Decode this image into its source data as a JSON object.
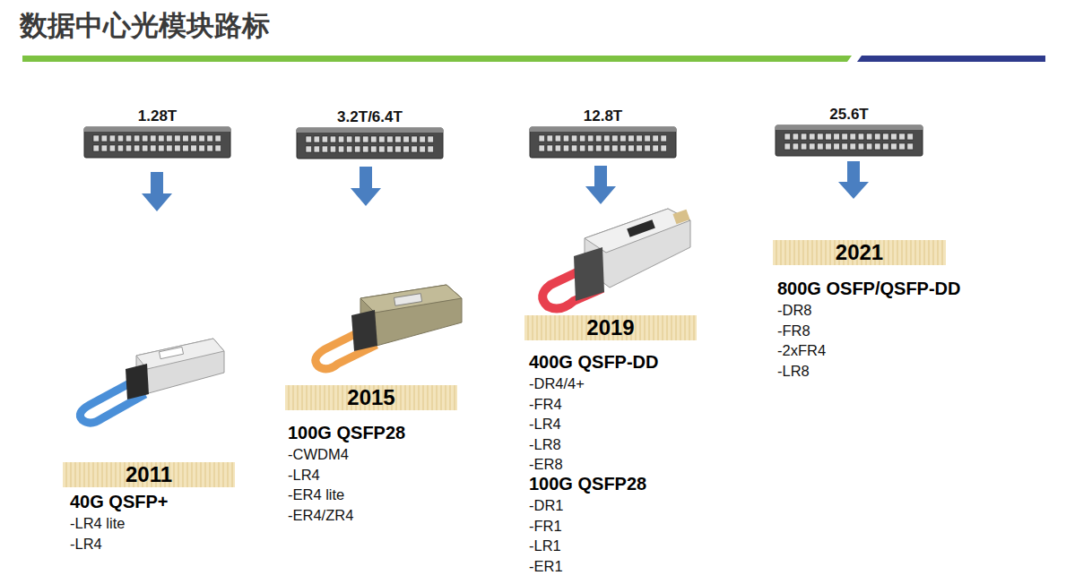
{
  "diagram": {
    "title": "数据中心光模块路标",
    "nodes": [
      {
        "text": [
          "1.28T"
        ]
      },
      {
        "text": [
          "3.2T/6.4T"
        ]
      },
      {
        "text": [
          "12.8T"
        ]
      },
      {
        "text": [
          "25.6T"
        ]
      },
      {
        "text": [
          "2011"
        ]
      },
      {
        "text": [
          "2015"
        ]
      },
      {
        "text": [
          "2019"
        ]
      },
      {
        "text": [
          "2021"
        ]
      }
    ],
    "labels": [
      "40G QSFP+",
      "-LR4 lite",
      "-LR4",
      "100G QSFP28",
      "-CWDM4",
      "-LR4",
      "-ER4 lite",
      "-ER4/ZR4",
      "400G QSFP-DD",
      "-DR4/4+",
      "-FR4",
      "-LR4",
      "-LR8",
      "-ER8",
      "100G QSFP28",
      "-DR1",
      "-FR1",
      "-LR1",
      "-ER1",
      "800G OSFP/QSFP-DD",
      "-DR8",
      "-FR8",
      "-2xFR4",
      "-LR8"
    ]
  }
}
